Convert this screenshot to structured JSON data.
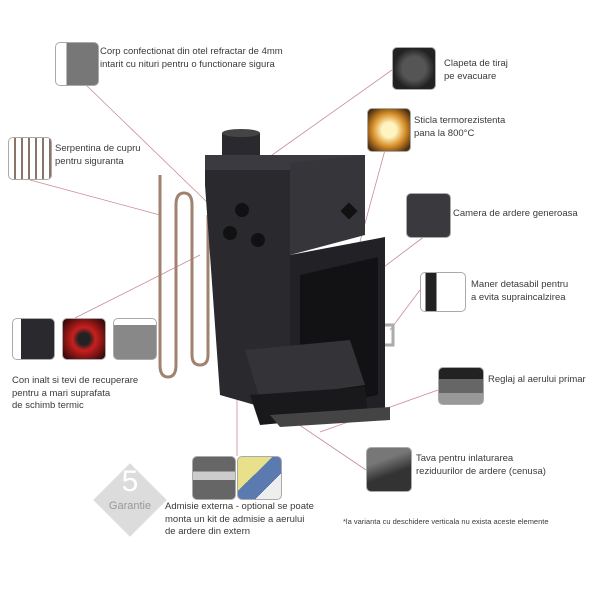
{
  "callouts": {
    "corp": [
      "Corp confectionat din otel refractar de 4mm",
      "intarit cu nituri pentru o functionare sigura"
    ],
    "serpentina": [
      "Serpentina de cupru",
      "pentru siguranta"
    ],
    "clapeta": [
      "Clapeta de tiraj",
      "pe evacuare"
    ],
    "sticla": [
      "Sticla termorezistenta",
      "pana la 800°C"
    ],
    "camera": [
      "Camera de ardere generoasa"
    ],
    "maner": [
      "Maner detasabil pentru",
      "a evita supraincalzirea"
    ],
    "con": [
      "Con inalt si tevi de recuperare",
      "pentru a mari suprafata",
      "de schimb termic"
    ],
    "reglaj": [
      "Reglaj al aerului primar"
    ],
    "tava": [
      "Tava pentru inlaturarea",
      "reziduurilor de ardere (cenusa)"
    ],
    "admisie": [
      "Admisie externa - optional se poate",
      "monta un kit de admisie a aerului",
      "de ardere din extern"
    ]
  },
  "badge": {
    "number": "5",
    "label": "Garantie"
  },
  "footnote": "*la varianta cu deschidere verticala nu exista aceste elemente",
  "colors": {
    "leader": "#c98a9a",
    "stove": "#1e1e22"
  }
}
